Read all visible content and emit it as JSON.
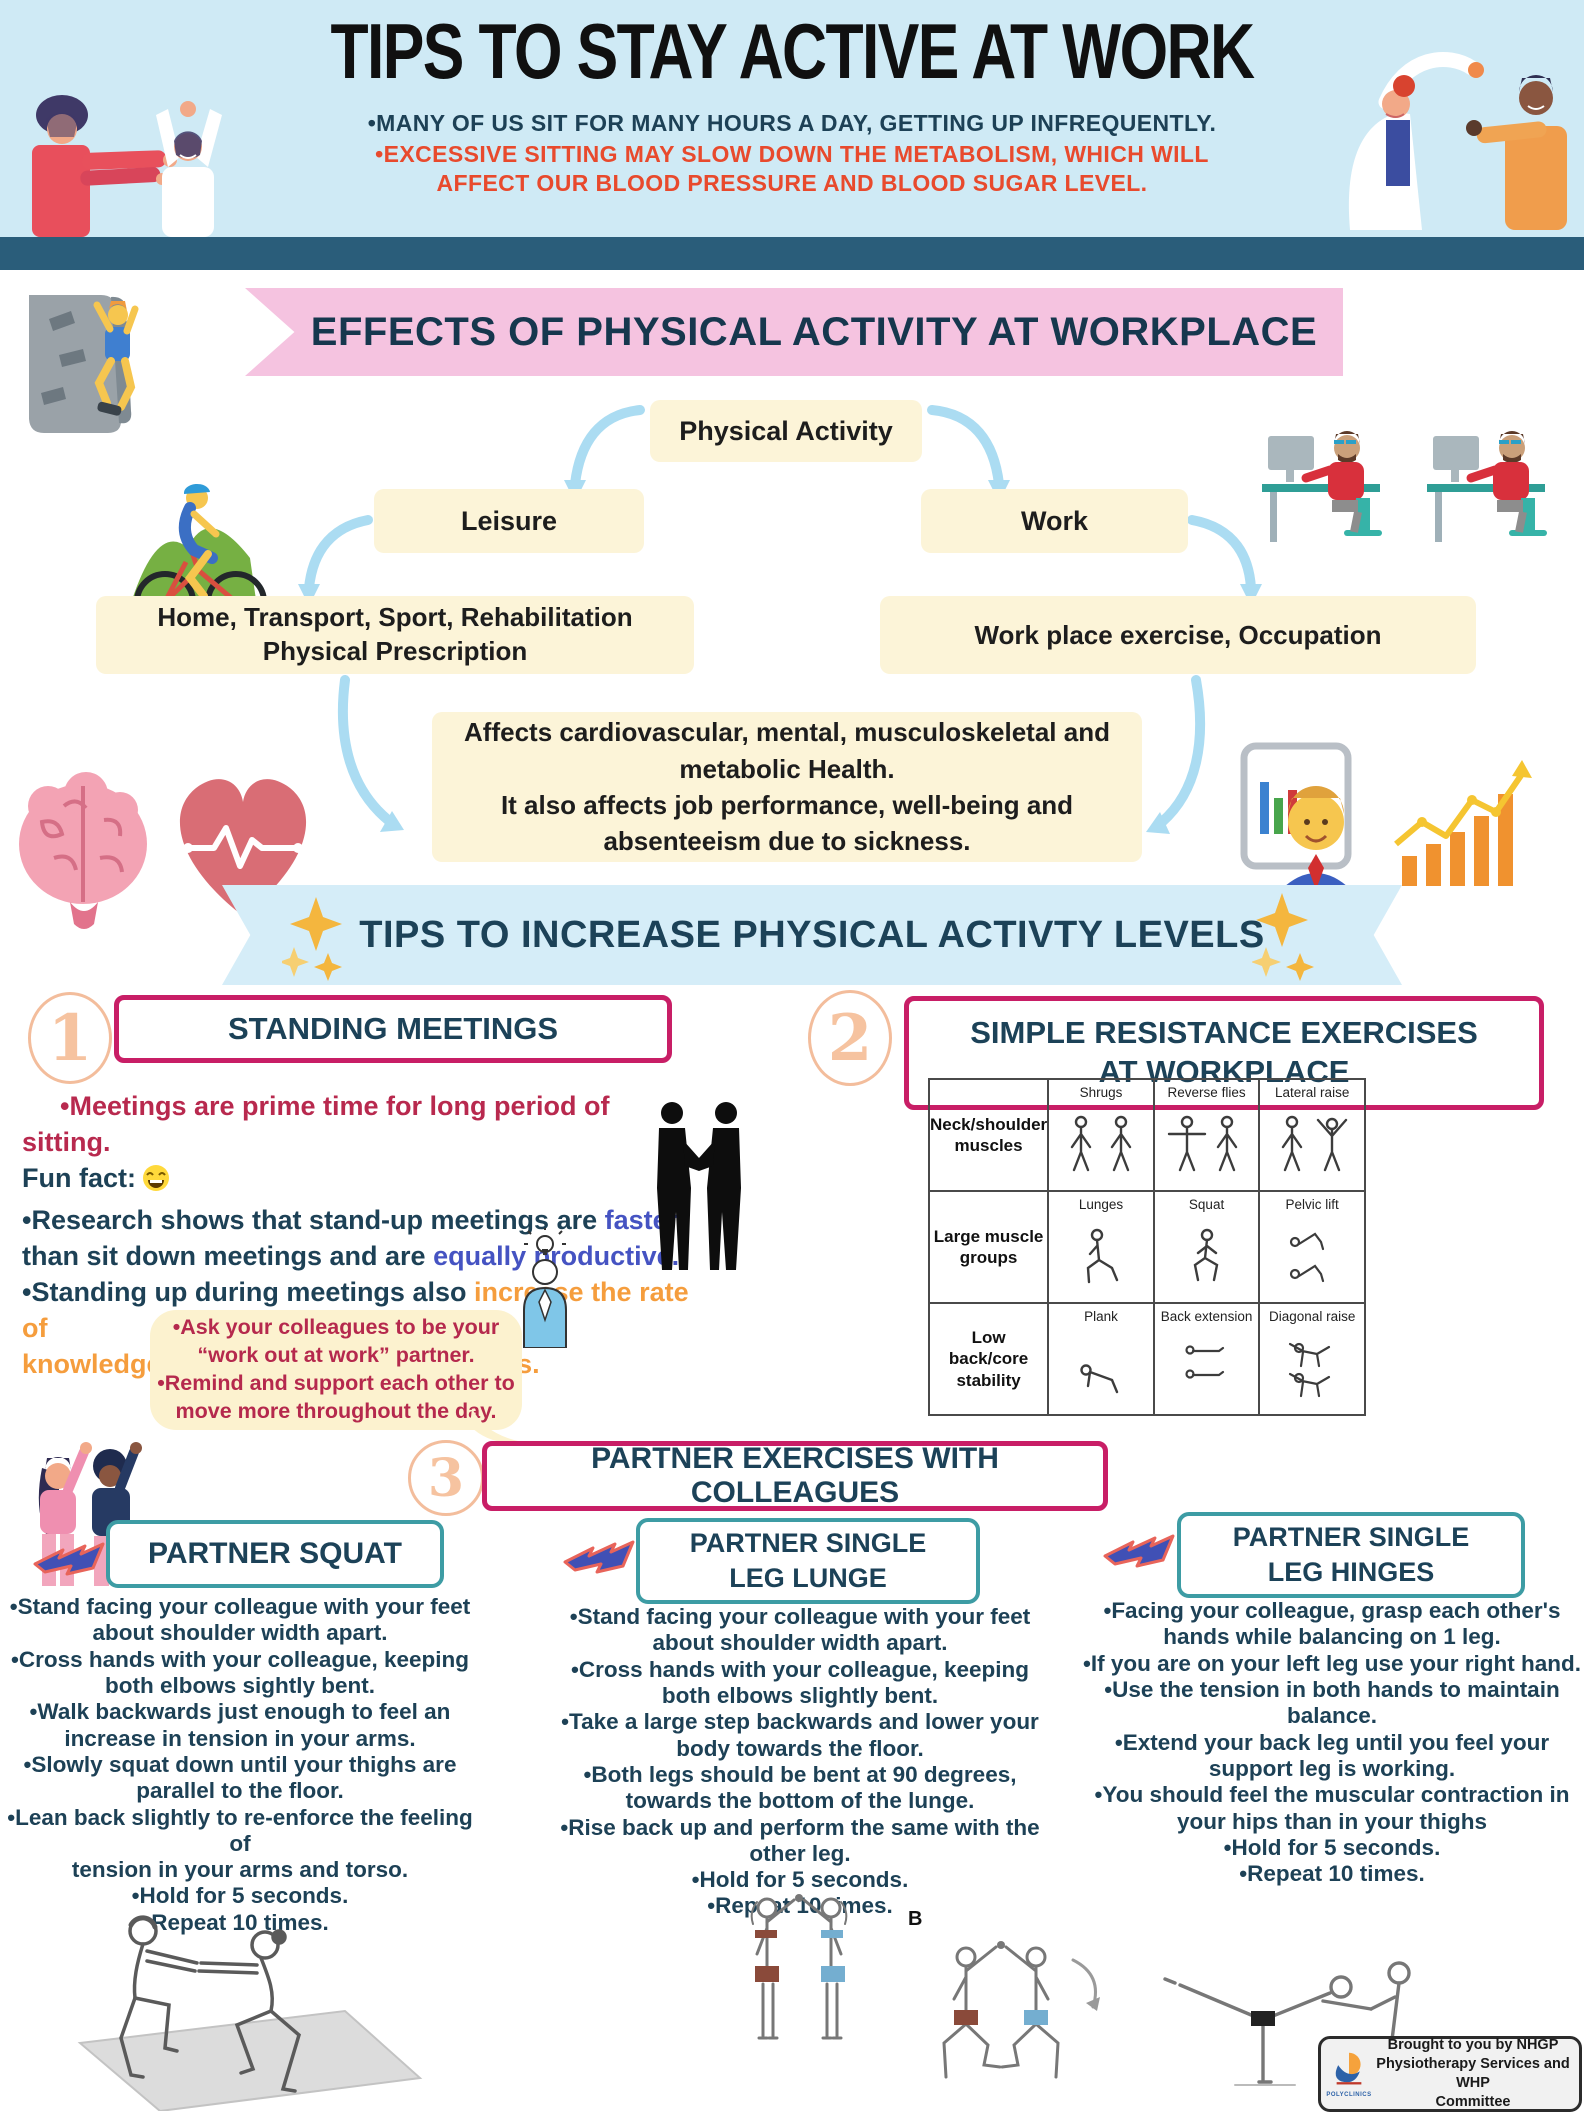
{
  "colors": {
    "header_bg": "#cfeaf5",
    "teal_bar": "#2a5d7a",
    "pink_banner": "#f5c3e0",
    "blue_banner": "#d5edf8",
    "yellow_box": "#fcf4d8",
    "magenta_border": "#c81e66",
    "teal_border": "#3d9ca4",
    "navy_text": "#1d4156",
    "crimson_text": "#b8294e",
    "orange_text": "#f59d3d",
    "blue_text": "#4553c2",
    "red_text": "#e84a2d",
    "arrow_blue": "#abdcf2"
  },
  "header": {
    "title": "TIPS TO STAY ACTIVE AT WORK",
    "bullet1": "•MANY OF US SIT FOR MANY HOURS A DAY, GETTING UP INFREQUENTLY.",
    "bullet2": "•EXCESSIVE SITTING MAY SLOW DOWN THE METABOLISM, WHICH WILL\nAFFECT OUR BLOOD PRESSURE AND BLOOD SUGAR LEVEL."
  },
  "effects": {
    "banner": "EFFECTS OF PHYSICAL ACTIVITY AT WORKPLACE",
    "node_root": "Physical Activity",
    "node_leisure": "Leisure",
    "node_work": "Work",
    "node_leisure_detail": "Home, Transport, Sport, Rehabilitation\nPhysical Prescription",
    "node_work_detail": "Work place exercise, Occupation",
    "node_outcome": "Affects cardiovascular, mental, musculoskeletal and\nmetabolic Health.\nIt also affects job performance, well-being and\nabsenteeism due to sickness."
  },
  "tips_banner": {
    "title": "TIPS TO INCREASE PHYSICAL ACTIVTY LEVELS"
  },
  "standing_meetings": {
    "number": "1",
    "title": "STANDING MEETINGS",
    "line1": "•Meetings are prime time for long period of sitting.",
    "fun_fact": "Fun fact:",
    "line2a": "•Research shows that stand-up meetings are ",
    "line2b": "faster",
    "line3a": "than sit down meetings and are ",
    "line3b": "equally productive.",
    "line4a": "•Standing up during meetings also ",
    "line4b": "increase the rate of",
    "line5": "knowledge transfer between colleagues."
  },
  "resistance": {
    "number": "2",
    "title": "SIMPLE RESISTANCE EXERCISES\nAT WORKPLACE",
    "table": {
      "rows": [
        {
          "label": "Neck/shoulder\nmuscles",
          "cells": [
            "Shrugs",
            "Reverse flies",
            "Lateral raise"
          ]
        },
        {
          "label": "Large muscle\ngroups",
          "cells": [
            "Lunges",
            "Squat",
            "Pelvic lift"
          ]
        },
        {
          "label": "Low back/core\nstability",
          "cells": [
            "Plank",
            "Back extension",
            "Diagonal raise"
          ]
        }
      ]
    }
  },
  "buddy_bubble": {
    "text": "•Ask your colleagues to be your\n“work out at work” partner.\n•Remind and support each other to\nmove more throughout the day."
  },
  "partner": {
    "number": "3",
    "title": "PARTNER EXERCISES WITH COLLEAGUES",
    "figure_label": "B",
    "squat": {
      "title": "PARTNER SQUAT",
      "bullets": [
        "•Stand facing your colleague with your feet\nabout shoulder width apart.",
        "•Cross hands with your colleague, keeping\nboth elbows sightly bent.",
        "•Walk backwards just enough to feel an\nincrease in tension in your arms.",
        "•Slowly squat down until your thighs are\nparallel to the floor.",
        "•Lean back slightly to re-enforce the feeling of\ntension in your arms and torso.",
        "•Hold for 5 seconds.",
        "Repeat 10 times."
      ]
    },
    "lunge": {
      "title": "PARTNER SINGLE\nLEG LUNGE",
      "bullets": [
        "•Stand facing your colleague with your feet\nabout shoulder width apart.",
        "•Cross hands with your colleague, keeping\nboth elbows slightly bent.",
        "•Take a large step backwards and lower your\nbody towards the floor.",
        "•Both legs should be bent at 90 degrees,\ntowards the bottom of the lunge.",
        "•Rise back up and perform the same with the\nother leg.",
        "•Hold for 5 seconds.",
        "•Repeat 10 times."
      ]
    },
    "hinges": {
      "title": "PARTNER SINGLE\nLEG HINGES",
      "bullets": [
        "•Facing your colleague, grasp each other's\nhands while balancing on 1 leg.",
        "•If you are on your left leg use your right hand.",
        "•Use the tension in both hands to maintain\nbalance.",
        "•Extend your back leg until you feel your\nsupport leg is working.",
        "•You should feel the muscular contraction in\nyour hips than in your thighs",
        "•Hold for 5 seconds.",
        "•Repeat 10 times."
      ]
    }
  },
  "footer": {
    "credit": "Brought to you by NHGP\nPhysiotherapy Services and WHP\nCommittee",
    "logo_text": "POLYCLINICS"
  }
}
